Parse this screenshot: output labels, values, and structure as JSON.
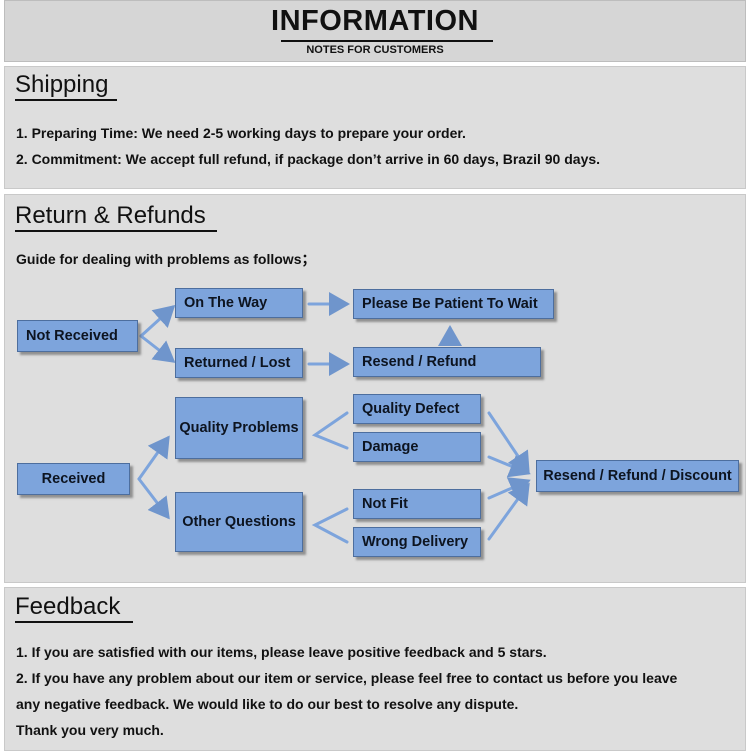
{
  "header": {
    "title": "INFORMATION",
    "subtitle": "NOTES FOR CUSTOMERS"
  },
  "shipping": {
    "title": "Shipping",
    "lines": [
      "1. Preparing Time: We need 2-5 working days to prepare your order.",
      "2. Commitment: We accept full refund, if package don’t arrive in 60 days, Brazil 90 days."
    ]
  },
  "returns": {
    "title": "Return & Refunds",
    "guide": "Guide for dealing with problems as follows；",
    "flow": {
      "not_received": "Not Received",
      "on_the_way": "On The Way",
      "be_patient": "Please Be Patient To Wait",
      "returned_lost": "Returned / Lost",
      "resend_refund": "Resend / Refund",
      "received": "Received",
      "quality_problems": "Quality Problems",
      "quality_defect": "Quality Defect",
      "damage": "Damage",
      "other_questions": "Other Questions",
      "not_fit": "Not Fit",
      "wrong_delivery": "Wrong Delivery",
      "resend_refund_discount": "Resend / Refund / Discount"
    },
    "colors": {
      "box_fill": "#7da4dc",
      "box_border": "#4d6e9e"
    }
  },
  "feedback": {
    "title": "Feedback",
    "lines": [
      "1. If you are satisfied with our items, please leave positive feedback and 5 stars.",
      "2. If you have any problem about our item or service, please feel free to contact us before you leave",
      "any negative feedback. We would like to do our best to resolve any dispute.",
      "Thank you very much."
    ]
  }
}
